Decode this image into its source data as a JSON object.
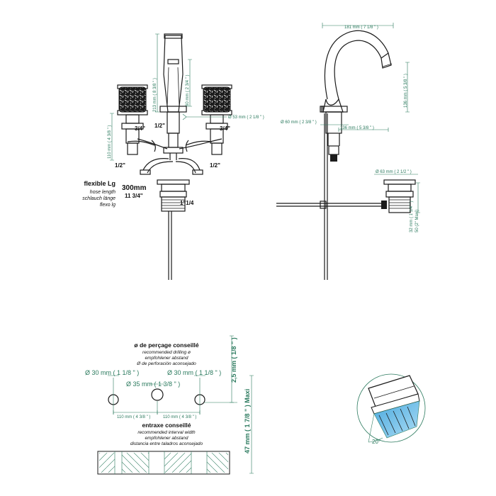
{
  "front": {
    "d213": "213 mm ( 8 3/8 \" )",
    "d60": "60 mm ( 2 3/4 \" )",
    "d53": "Ø 53 mm ( 2 1/8 \" )",
    "d110": "110 mm ( 4 3/8 \" )",
    "t_34_left": "3/4\"",
    "t_12_top": "1/2\"",
    "t_34_right": "3/4\"",
    "t_12_left": "1/2\"",
    "t_12_right": "1/2\"",
    "flex_title": "flexible Lg",
    "flex_en": "hose length",
    "flex_de": "schlauch länge",
    "flex_es": "flexo lg",
    "flex_mm": "300mm",
    "flex_in": "11 3/4\"",
    "drain_thread": "1\"1/4"
  },
  "side": {
    "d181": "181 mm ( 7 1/8 \" )",
    "d136v": "136 mm ( 5 3/8 \" )",
    "d60": "Ø 60 mm ( 2 3/8 \" )",
    "d136h": "136 mm ( 5 3/8 \" )",
    "d63": "Ø 63 mm ( 2 1/2 \" )",
    "d32": "32 mm ( 1 1/4 \" )",
    "d50": "50 (2\" Maxi)"
  },
  "drilling": {
    "title_fr": "ø de perçage conseillé",
    "title_en": "recommended drilling ø",
    "title_de": "empfohlener abstand",
    "title_es": "Ø de perforación aconsejado",
    "hole_left": "Ø 30 mm ( 1 1/8 \" )",
    "hole_mid": "Ø 35 mm ( 1 3/8 \" )",
    "hole_right": "Ø 30 mm ( 1 1/8 \" )",
    "spacing_left": "110 mm ( 4 3/8 \" )",
    "spacing_right": "110 mm ( 4 3/8 \" )",
    "interval_fr": "entraxe conseillé",
    "interval_en": "recommended interval width",
    "interval_de": "empfohlener abstand",
    "interval_es": "distancia entre taladros aconsejado",
    "d25": "2,5 mm ( 1/8 \" )",
    "d47": "47 mm ( 1 7/8 \" ) Maxi"
  },
  "spray": {
    "angle": "20°",
    "color": "#6ec3ee"
  }
}
